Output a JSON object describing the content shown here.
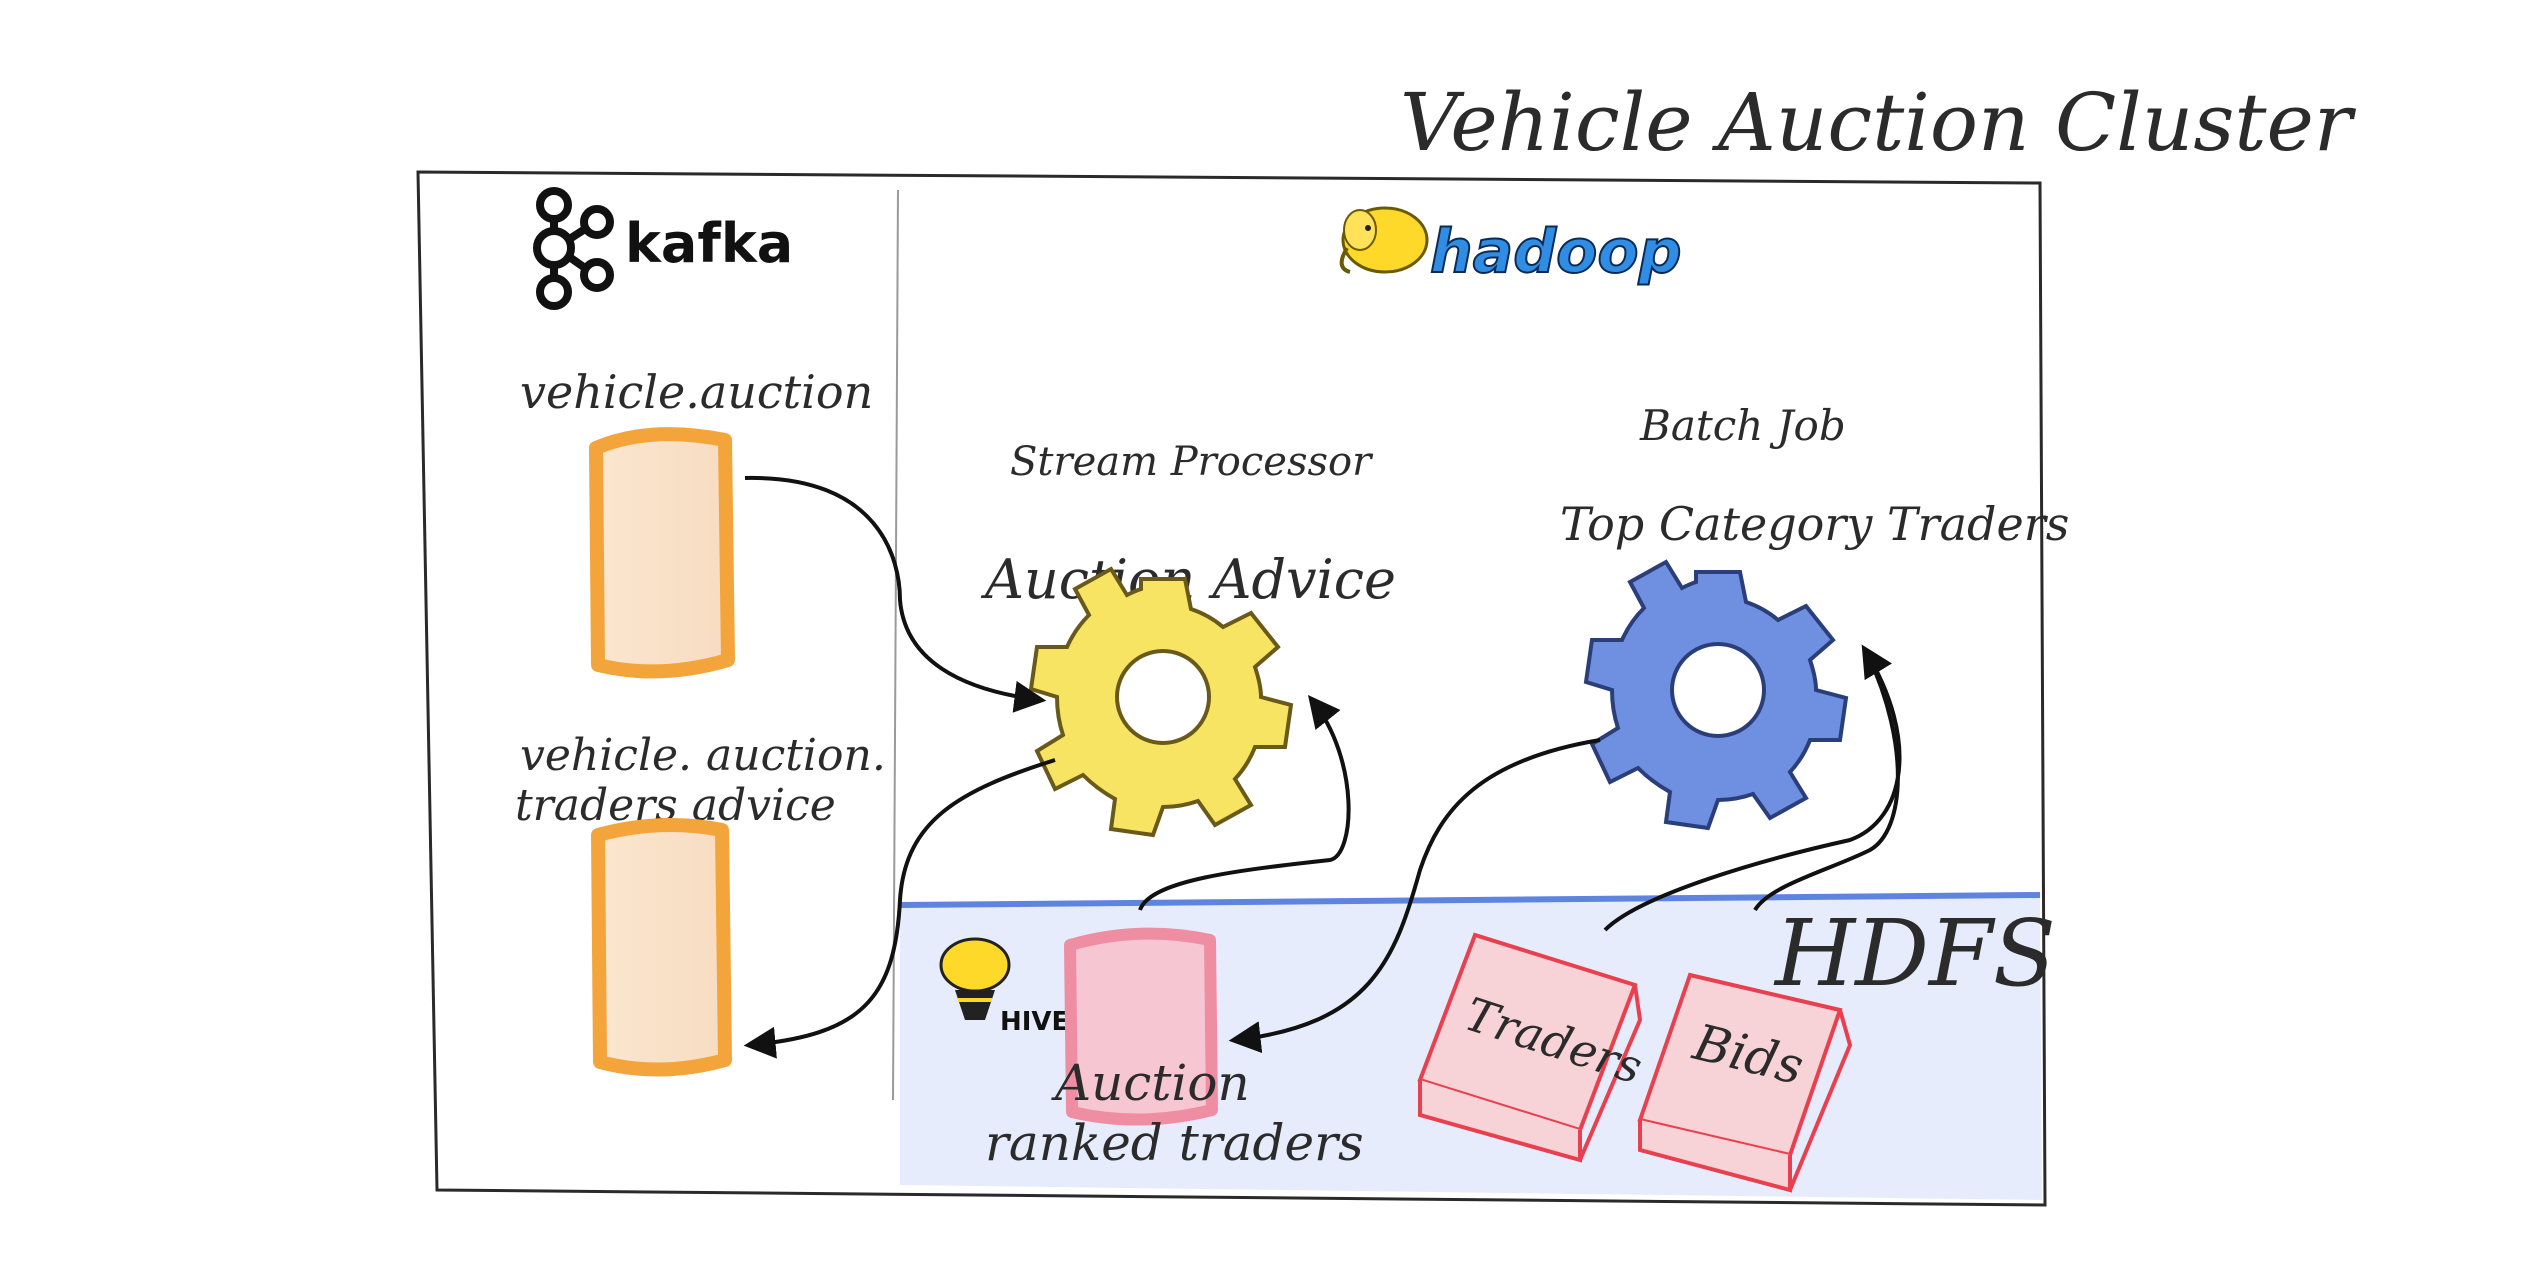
{
  "title": "Vehicle Auction Cluster",
  "kafka": {
    "logo_text": "kafka",
    "topics": [
      {
        "label": "vehicle.auction"
      },
      {
        "label_line1": "vehicle. auction.",
        "label_line2": "traders advice"
      }
    ]
  },
  "hadoop": {
    "logo_text": "hadoop",
    "stream_processor": {
      "caption": "Stream Processor",
      "name": "Auction Advice"
    },
    "batch_job": {
      "caption": "Batch Job",
      "name": "Top Category Traders"
    },
    "hdfs": {
      "label": "HDFS",
      "files": [
        "Traders",
        "Bids"
      ]
    },
    "hive": {
      "logo_text": "HIVE",
      "table_line1": "Auction",
      "table_line2": "ranked traders"
    }
  },
  "colors": {
    "kafka_topic": "#f5a623",
    "stream_gear": "#f7e463",
    "batch_gear": "#6f8fe0",
    "hive_table": "#f08aa0",
    "hdfs_file": "#e8404e",
    "hdfs_band": "#dfe6fb",
    "hadoop_text": "#2f8de4",
    "hadoop_elephant": "#ffd92a"
  }
}
